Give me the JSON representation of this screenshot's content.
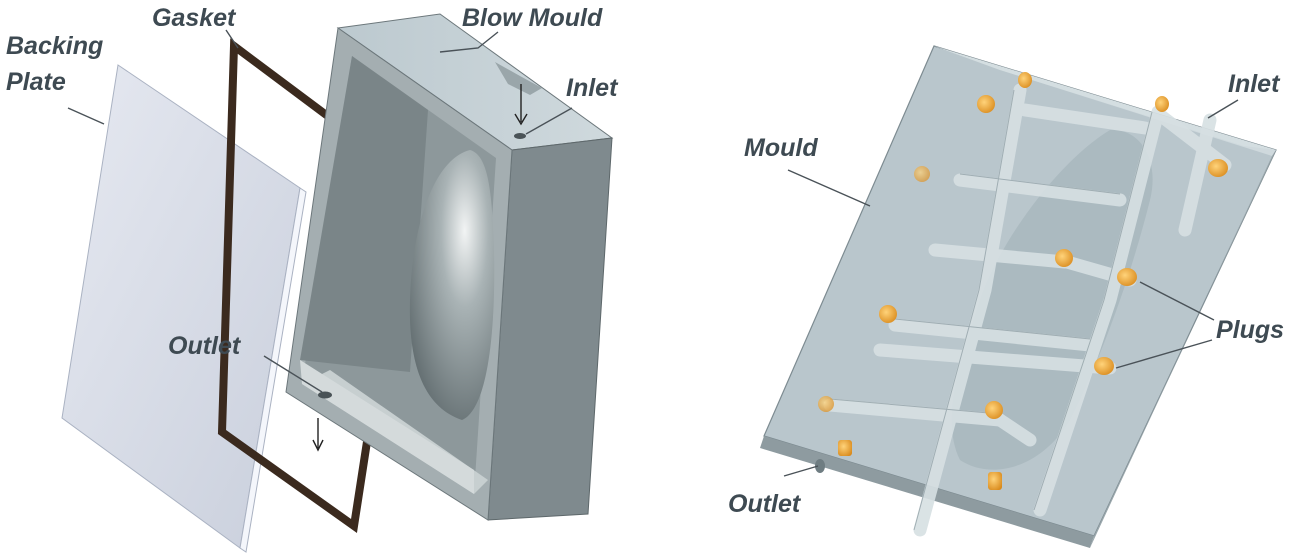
{
  "left_figure": {
    "labels": {
      "backing_plate_line1": "Backing",
      "backing_plate_line2": "Plate",
      "gasket": "Gasket",
      "blow_mould": "Blow Mould",
      "inlet": "Inlet",
      "outlet": "Outlet"
    }
  },
  "right_figure": {
    "labels": {
      "mould": "Mould",
      "inlet": "Inlet",
      "plugs": "Plugs",
      "outlet": "Outlet"
    }
  },
  "colors": {
    "label_text": "#3e4a52",
    "backing_plate": "#d9dee8",
    "gasket": "#3b2a1e",
    "mould_grey": "#8f9a9e",
    "translucent_mould": "#bac6cc",
    "plug": "#e39a2a"
  }
}
